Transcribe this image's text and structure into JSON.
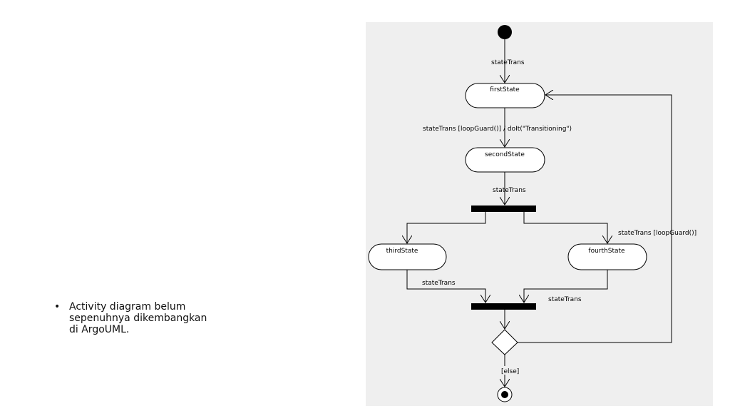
{
  "slide": {
    "bullet_marker": "•",
    "bullet_text": "Activity diagram belum sepenuhnya dikembangkan di ArgoUML."
  },
  "diagram": {
    "states": {
      "first": "firstState",
      "second": "secondState",
      "third": "thirdState",
      "fourth": "fourthState"
    },
    "transitions": {
      "initial_to_first": "stateTrans",
      "first_to_second": "stateTrans [loopGuard()] / doIt(\"Transitioning\")",
      "second_to_fork": "stateTrans",
      "loop_back": "stateTrans [loopGuard()]",
      "third_to_join": "stateTrans",
      "fourth_to_join": "stateTrans",
      "decision_to_final": "[else]"
    }
  }
}
